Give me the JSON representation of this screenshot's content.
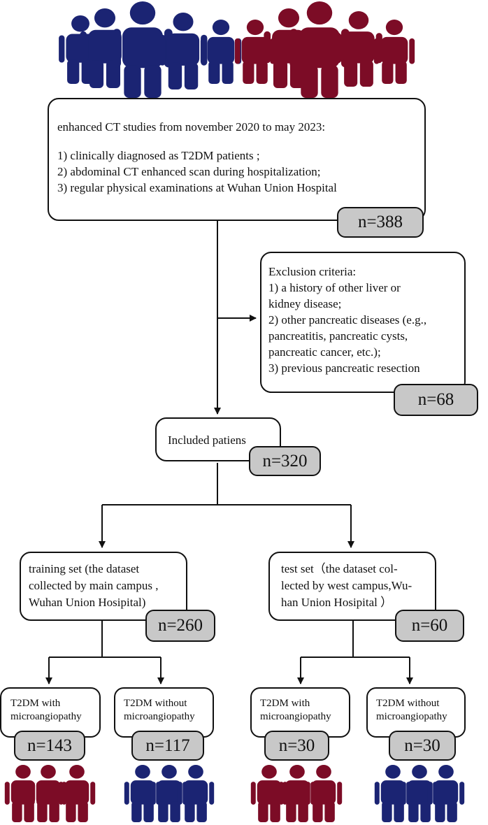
{
  "colors": {
    "blue": "#1b2473",
    "red": "#7c0c26",
    "count_fill": "#c8c8c8"
  },
  "enrollment": {
    "header": "enhanced CT studies from november 2020 to may 2023:",
    "criteria": [
      "1) clinically diagnosed as T2DM patients ;",
      "2) abdominal CT enhanced scan during hospitalization;",
      "3)  regular physical examinations at Wuhan Union Hospital"
    ],
    "count": "n=388"
  },
  "exclusion": {
    "lines": [
      " Exclusion criteria:",
      "1) a history of other liver or",
      "kidney disease;",
      "2) other pancreatic diseases (e.g.,",
      "pancreatitis, pancreatic cysts,",
      "pancreatic cancer, etc.);",
      "3) previous pancreatic resection"
    ],
    "count": "n=68"
  },
  "included": {
    "label": "Included patiens",
    "count": "n=320"
  },
  "training": {
    "lines": [
      "training set (the dataset",
      "collected by main campus ,",
      "Wuhan Union Hosipital)"
    ],
    "count": "n=260"
  },
  "test": {
    "lines": [
      "test set（the dataset col-",
      "lected by west campus,Wu-",
      "han Union Hosipital ）"
    ],
    "count": "n=60"
  },
  "groups": [
    {
      "line1": "T2DM with",
      "line2": "microangiopathy",
      "count": "n=143",
      "people_color": "red"
    },
    {
      "line1": "T2DM without",
      "line2": "microangiopathy",
      "count": "n=117",
      "people_color": "blue"
    },
    {
      "line1": "T2DM with",
      "line2": "microangiopathy",
      "count": "n=30",
      "people_color": "red"
    },
    {
      "line1": "T2DM without",
      "line2": "microangiopathy",
      "count": "n=30",
      "people_color": "blue"
    }
  ]
}
